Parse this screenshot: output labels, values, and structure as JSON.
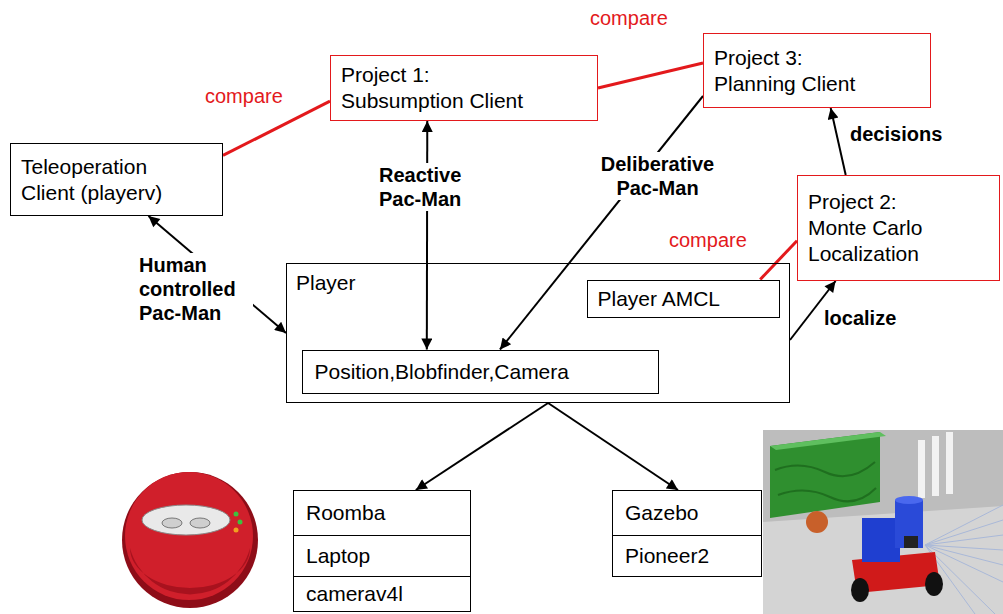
{
  "diagram": {
    "nodes": [
      {
        "text": [
          "Project 1: Subsumption Client"
        ]
      },
      {
        "text": [
          "Project 3: Planning Client"
        ]
      },
      {
        "text": [
          "Teleoperation Client (playerv)"
        ]
      },
      {
        "text": [
          "Project 2: Monte Carlo Localization"
        ]
      },
      {
        "text": [
          "Player"
        ]
      },
      {
        "text": [
          "Player AMCL"
        ],
        "in": 4
      },
      {
        "text": [
          "Position,Blobfinder,Camera"
        ],
        "in": 4
      },
      {
        "text": [
          "Roomba"
        ]
      },
      {
        "text": [
          "Laptop"
        ]
      },
      {
        "text": [
          "camerav4l"
        ]
      },
      {
        "text": [
          "Gazebo"
        ]
      },
      {
        "text": [
          "Pioneer2"
        ]
      }
    ],
    "edges": [
      {
        "from": 2,
        "to": 4,
        "arrow": "both",
        "label": "Human controlled Pac-Man"
      },
      {
        "from": 0,
        "to": 6,
        "arrow": "both",
        "label": "Reactive Pac-Man"
      },
      {
        "from": 1,
        "to": 6,
        "arrow": "to",
        "label": "Deliberative Pac-Man"
      },
      {
        "from": 3,
        "to": 1,
        "arrow": "to",
        "label": "decisions"
      },
      {
        "from": 4,
        "to": 3,
        "arrow": "to",
        "label": "localize"
      },
      {
        "from": 2,
        "to": 0,
        "arrow": "none",
        "label": "compare"
      },
      {
        "from": 0,
        "to": 1,
        "arrow": "none",
        "label": "compare"
      },
      {
        "from": 5,
        "to": 3,
        "arrow": "none",
        "label": "compare"
      },
      {
        "from": 4,
        "to": 7,
        "arrow": "to"
      },
      {
        "from": 4,
        "to": 10,
        "arrow": "to"
      }
    ]
  }
}
